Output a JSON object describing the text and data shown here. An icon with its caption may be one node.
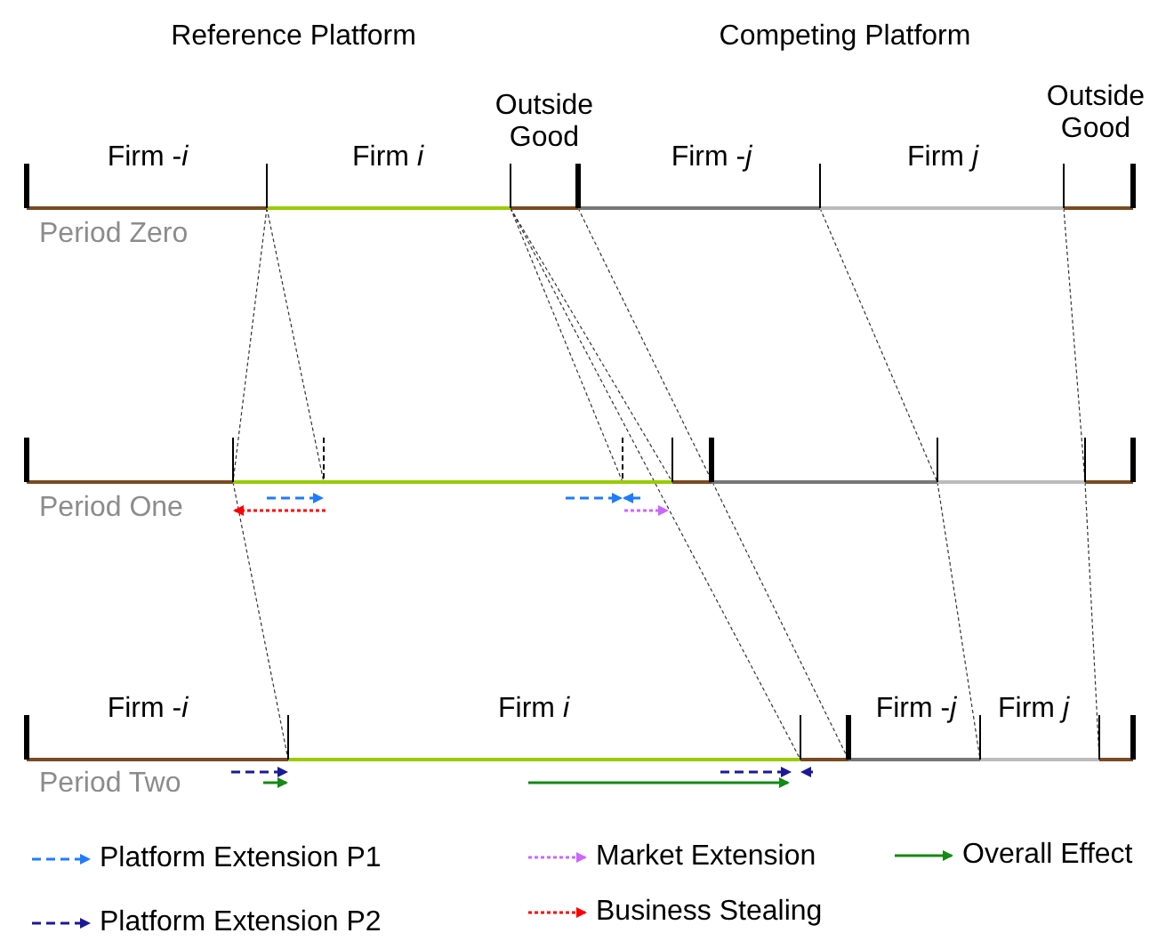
{
  "diagram": {
    "labels": [
      "Reference Platform",
      "Competing Platform",
      "Outside Good",
      "Firm -*i*",
      "Firm *i*",
      "Firm -*j*",
      "Firm *j*",
      "Outside Good",
      "Period Zero",
      "Period One",
      "Firm -*i*",
      "Firm *i*",
      "Firm -*j*",
      "Firm *j*",
      "Period Two"
    ],
    "legend": [
      {
        "text": "Platform Extension P1"
      },
      {
        "text": "Market Extension"
      },
      {
        "text": "Overall Effect"
      },
      {
        "text": "Platform Extension P2"
      },
      {
        "text": "Business Stealing"
      }
    ]
  }
}
